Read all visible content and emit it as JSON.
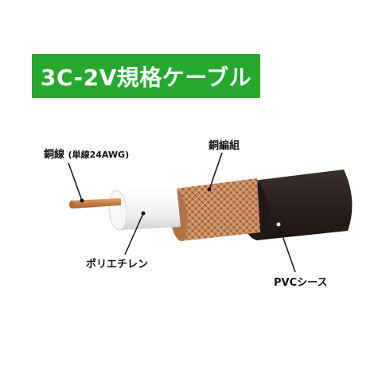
{
  "title": "3C-2V規格ケーブル",
  "labels": {
    "copper_wire": "銅線",
    "copper_wire_note": "(単線24AWG)",
    "copper_braid": "銅編組",
    "polyethylene": "ポリエチレン",
    "pvc_sheath": "PVCシース"
  },
  "colors": {
    "banner": "#25a82e",
    "sheath": "#2c2320",
    "braid": "#c98a5e",
    "insulation": "#f2f2f2",
    "conductor": "#c9783a"
  }
}
